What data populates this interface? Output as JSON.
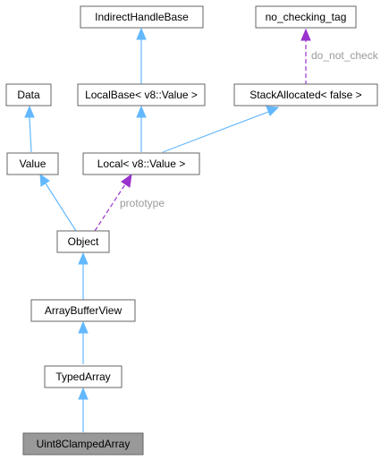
{
  "nodes": {
    "indirect_handle_base": "IndirectHandleBase",
    "no_checking_tag": "no_checking_tag",
    "data": "Data",
    "local_base": "LocalBase< v8::Value >",
    "stack_allocated": "StackAllocated< false >",
    "value": "Value",
    "local": "Local< v8::Value >",
    "object": "Object",
    "array_buffer_view": "ArrayBufferView",
    "typed_array": "TypedArray",
    "uint8_clamped_array": "Uint8ClampedArray"
  },
  "edge_labels": {
    "do_not_check": "do_not_check",
    "prototype": "prototype"
  },
  "colors": {
    "inheritance_edge": "#63b8ff",
    "usage_edge": "#9a32cd",
    "current_node_fill": "#999999",
    "node_border": "#666666"
  }
}
